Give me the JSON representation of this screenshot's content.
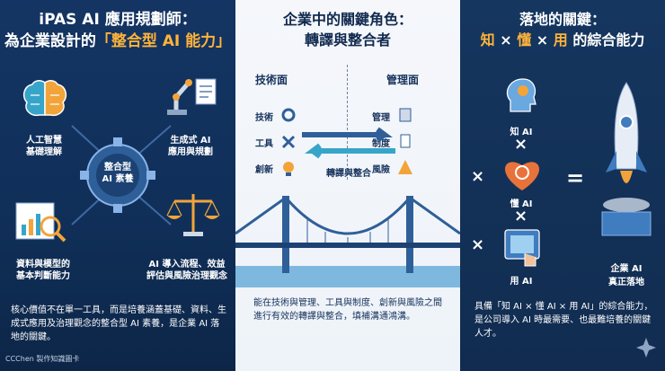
{
  "left": {
    "title_line1": "iPAS AI 應用規劃師：",
    "title_line2_prefix": "為企業設計的",
    "title_line2_accent": "「整合型 AI 能力」",
    "center_label": "整合型\nAI 素養",
    "items": [
      {
        "label": "人工智慧\n基礎理解",
        "icon": "brain-icon"
      },
      {
        "label": "生成式 AI\n應用與規劃",
        "icon": "robot-arm-icon"
      },
      {
        "label": "資料與模型的\n基本判斷能力",
        "icon": "chart-magnifier-icon"
      },
      {
        "label": "AI 導入流程、效益\n評估與風險治理觀念",
        "icon": "scale-icon"
      }
    ],
    "footer": "核心價值不在單一工具，而是培養涵蓋基礎、資料、生成式應用及治理觀念的整合型 AI 素養，是企業 AI 落地的關鍵。",
    "credit": "CCChen 製作知識圖卡"
  },
  "mid": {
    "title_line1": "企業中的關鍵角色：",
    "title_line2": "轉譯與整合者",
    "tech_heading": "技術面",
    "mgmt_heading": "管理面",
    "tech_items": [
      {
        "label": "技術",
        "icon": "gear-icon"
      },
      {
        "label": "工具",
        "icon": "tools-icon"
      },
      {
        "label": "創新",
        "icon": "lightbulb-icon"
      }
    ],
    "mgmt_items": [
      {
        "label": "管理",
        "icon": "businessperson-icon"
      },
      {
        "label": "制度",
        "icon": "document-icon"
      },
      {
        "label": "風險",
        "icon": "warning-icon"
      }
    ],
    "arrow_label": "轉譯與整合",
    "footer": "能在技術與管理、工具與制度、創新與風險之間進行有效的轉譯與整合，填補溝通鴻溝。"
  },
  "right": {
    "title_line1": "落地的關鍵：",
    "title_k1": "知",
    "title_k2": "懂",
    "title_k3": "用",
    "title_suffix": "的綜合能力",
    "items": [
      {
        "label": "知 AI",
        "icon": "head-lightbulb-icon"
      },
      {
        "label": "懂 AI",
        "icon": "heart-gear-icon"
      },
      {
        "label": "用 AI",
        "icon": "tablet-hand-icon"
      }
    ],
    "result_label": "企業 AI\n真正落地",
    "footer": "具備「知 AI × 懂 AI × 用 AI」的綜合能力，是公司導入 AI 時最需要、也最難培養的關鍵人才。"
  }
}
